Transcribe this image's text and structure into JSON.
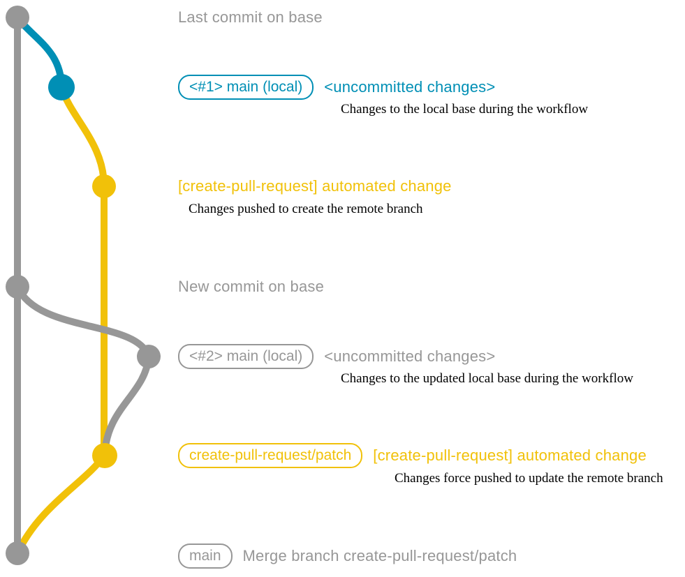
{
  "colors": {
    "gray": "#979797",
    "blue": "#008fb5",
    "yellow": "#f1c109",
    "annotation": "#000000",
    "background": "#ffffff"
  },
  "rows": [
    {
      "message": "Last commit on base"
    },
    {
      "label": "<#1> main (local)",
      "message": "<uncommitted changes>",
      "annotation": "Changes to the local base during the workflow"
    },
    {
      "message": "[create-pull-request] automated change",
      "annotation": "Changes pushed to create the remote branch"
    },
    {
      "message": "New commit on base"
    },
    {
      "label": "<#2> main (local)",
      "message": "<uncommitted changes>",
      "annotation": "Changes to the updated local base during the workflow"
    },
    {
      "label": "create-pull-request/patch",
      "message": "[create-pull-request] automated change",
      "annotation": "Changes force pushed to update the remote branch"
    },
    {
      "label": "main",
      "message": "Merge branch create-pull-request/patch"
    }
  ],
  "graph": {
    "branches": [
      {
        "name": "base",
        "color_key": "gray"
      },
      {
        "name": "main (local)",
        "color_key": "blue"
      },
      {
        "name": "create-pull-request/patch",
        "color_key": "yellow"
      }
    ],
    "commits": [
      {
        "name": "last-commit-on-base",
        "branch": "base"
      },
      {
        "name": "uncommitted-changes-1",
        "branch": "main (local)"
      },
      {
        "name": "automated-change-1",
        "branch": "create-pull-request/patch"
      },
      {
        "name": "new-commit-on-base",
        "branch": "base"
      },
      {
        "name": "uncommitted-changes-2",
        "branch": "main (local)"
      },
      {
        "name": "automated-change-2",
        "branch": "create-pull-request/patch"
      },
      {
        "name": "merge-commit",
        "branch": "base"
      }
    ]
  }
}
